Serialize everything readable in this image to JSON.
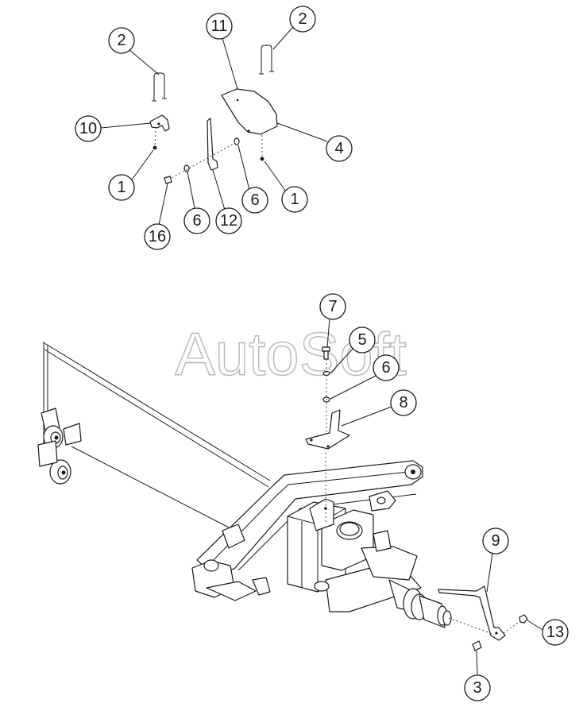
{
  "watermark": "AutoSoft",
  "balloons": [
    {
      "id": "b-2-left",
      "label": "2"
    },
    {
      "id": "b-11",
      "label": "11"
    },
    {
      "id": "b-2-right",
      "label": "2"
    },
    {
      "id": "b-10",
      "label": "10"
    },
    {
      "id": "b-4",
      "label": "4"
    },
    {
      "id": "b-1-left",
      "label": "1"
    },
    {
      "id": "b-6-top",
      "label": "6"
    },
    {
      "id": "b-1-right",
      "label": "1"
    },
    {
      "id": "b-6-mid",
      "label": "6"
    },
    {
      "id": "b-12",
      "label": "12"
    },
    {
      "id": "b-16",
      "label": "16"
    },
    {
      "id": "b-7",
      "label": "7"
    },
    {
      "id": "b-5",
      "label": "5"
    },
    {
      "id": "b-6-lower",
      "label": "6"
    },
    {
      "id": "b-8",
      "label": "8"
    },
    {
      "id": "b-9",
      "label": "9"
    },
    {
      "id": "b-13",
      "label": "13"
    },
    {
      "id": "b-3",
      "label": "3"
    }
  ]
}
